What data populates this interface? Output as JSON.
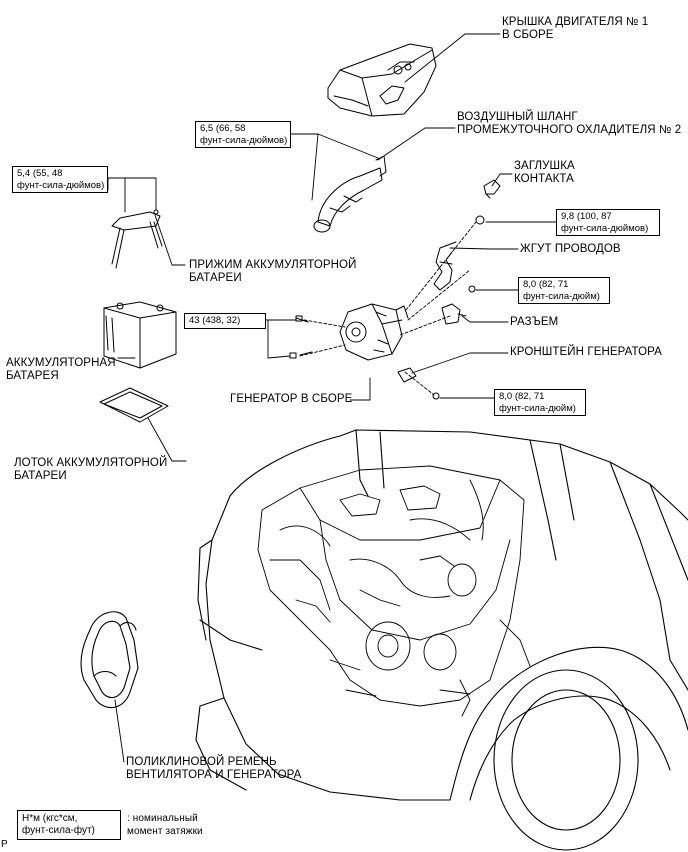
{
  "labels": {
    "engine_cover": [
      "КРЫШКА ДВИГАТЕЛЯ № 1",
      "В СБОРЕ"
    ],
    "intercooler_hose": [
      "ВОЗДУШНЫЙ ШЛАНГ",
      "ПРОМЕЖУТОЧНОГО ОХЛАДИТЕЛЯ № 2"
    ],
    "contact_plug": [
      "ЗАГЛУШКА",
      "КОНТАКТА"
    ],
    "wire_harness": "ЖГУТ ПРОВОДОВ",
    "connector": "РАЗЪЕМ",
    "generator_bracket": "КРОНШТЕЙН ГЕНЕРАТОРА",
    "generator_assembly": "ГЕНЕРАТОР В СБОРЕ",
    "battery_clamp": [
      "ПРИЖИМ АККУМУЛЯТОРНОЙ",
      "БАТАРЕИ"
    ],
    "battery": [
      "АККУМУЛЯТОРНАЯ",
      "БАТАРЕЯ"
    ],
    "battery_tray": [
      "ЛОТОК АККУМУЛЯТОРНОЙ",
      "БАТАРЕИ"
    ],
    "belt": [
      "ПОЛИКЛИНОВОЙ РЕМЕНЬ",
      "ВЕНТИЛЯТОРА И ГЕНЕРАТОРА"
    ]
  },
  "torque_boxes": {
    "hose": [
      "6,5 (66, 58",
      "фунт-сила-дюймов)"
    ],
    "clamp": [
      "5,4 (55, 48",
      "фунт-сила-дюймов)"
    ],
    "plug_nut": [
      "9,8 (100, 87",
      "фунт-сила-дюймов)"
    ],
    "harness_bolt": [
      "8,0 (82, 71",
      "фунт-сила-дюйм)"
    ],
    "generator_bolts": [
      "43 (438, 32)"
    ],
    "bracket_bolt": [
      "8,0 (82, 71",
      "фунт-сила-дюйм)"
    ]
  },
  "legend": {
    "box": [
      "Н*м (кгс*см,",
      "фунт-сила-фут)"
    ],
    "text": [
      ": номинальный",
      "момент затяжки"
    ]
  },
  "corner_mark": "P"
}
